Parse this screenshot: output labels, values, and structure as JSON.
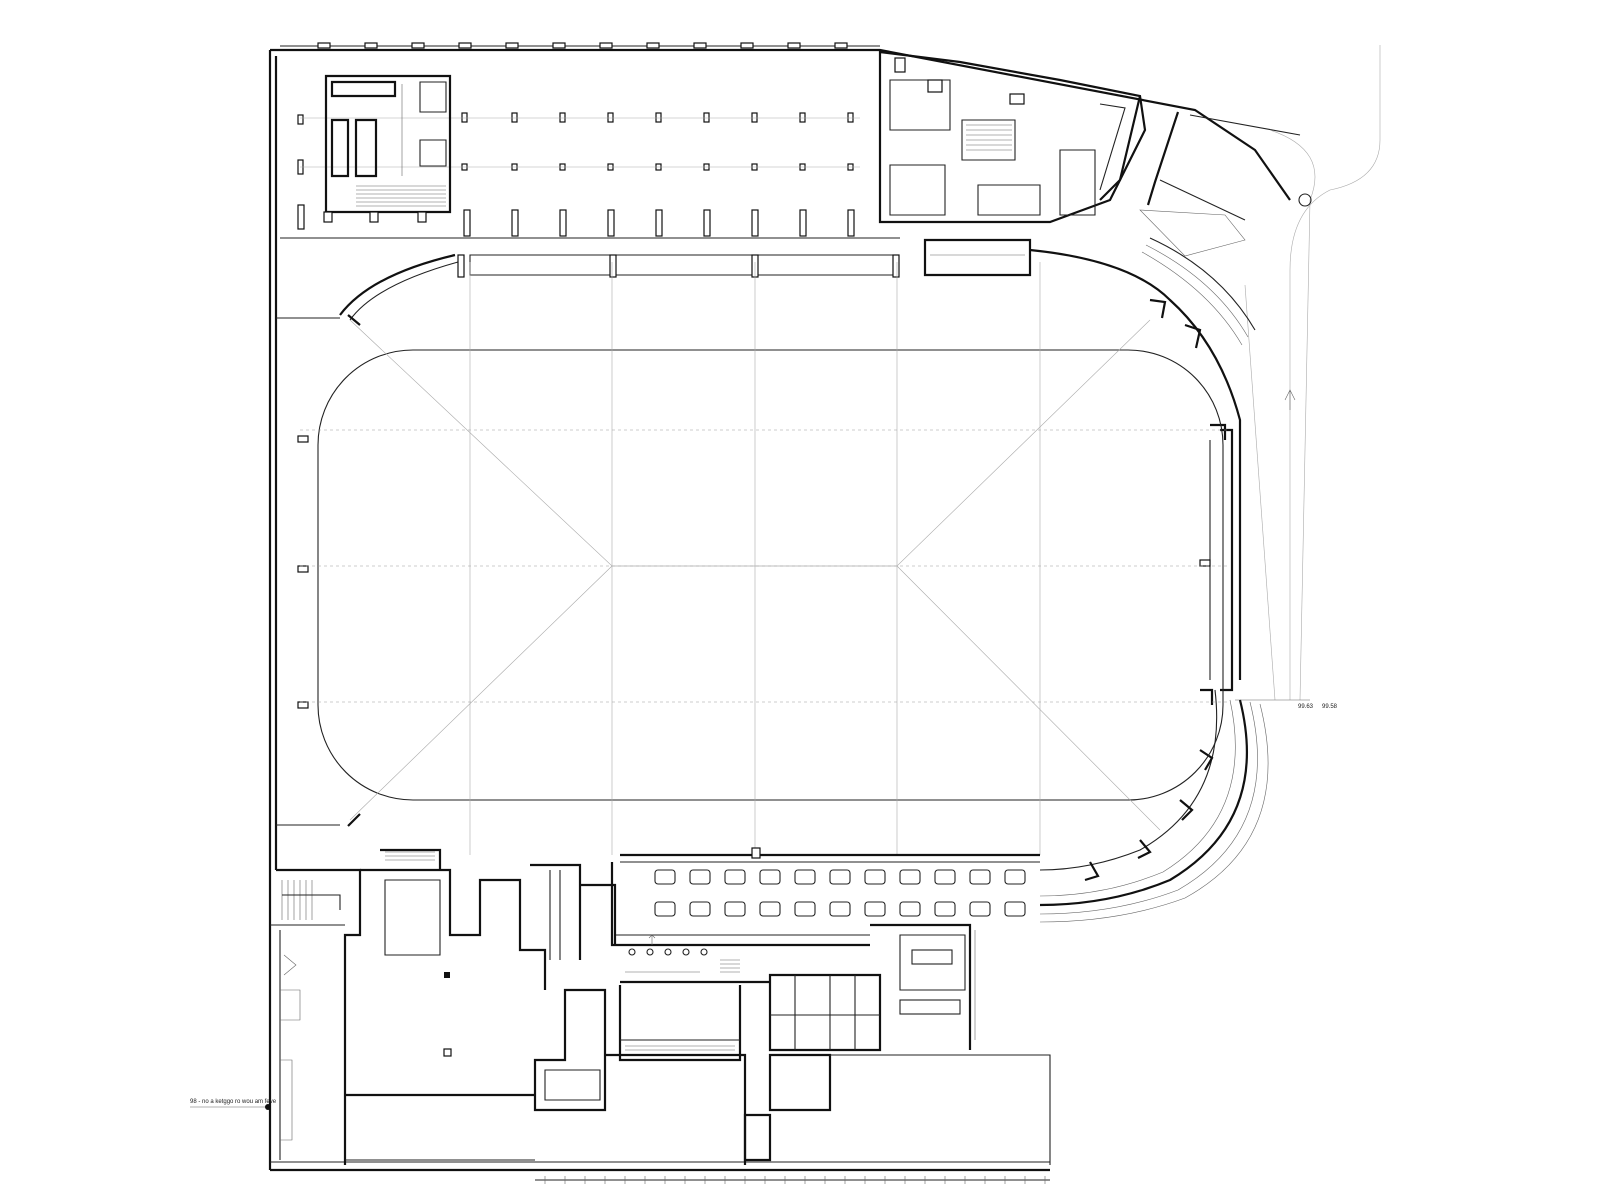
{
  "drawing": {
    "type": "architectural floor plan",
    "line_color": "#111111",
    "background": "#ffffff"
  },
  "levels": {
    "left": "99.63",
    "right": "99.58"
  },
  "note": "98 - no a ketggo ro wou am feve"
}
